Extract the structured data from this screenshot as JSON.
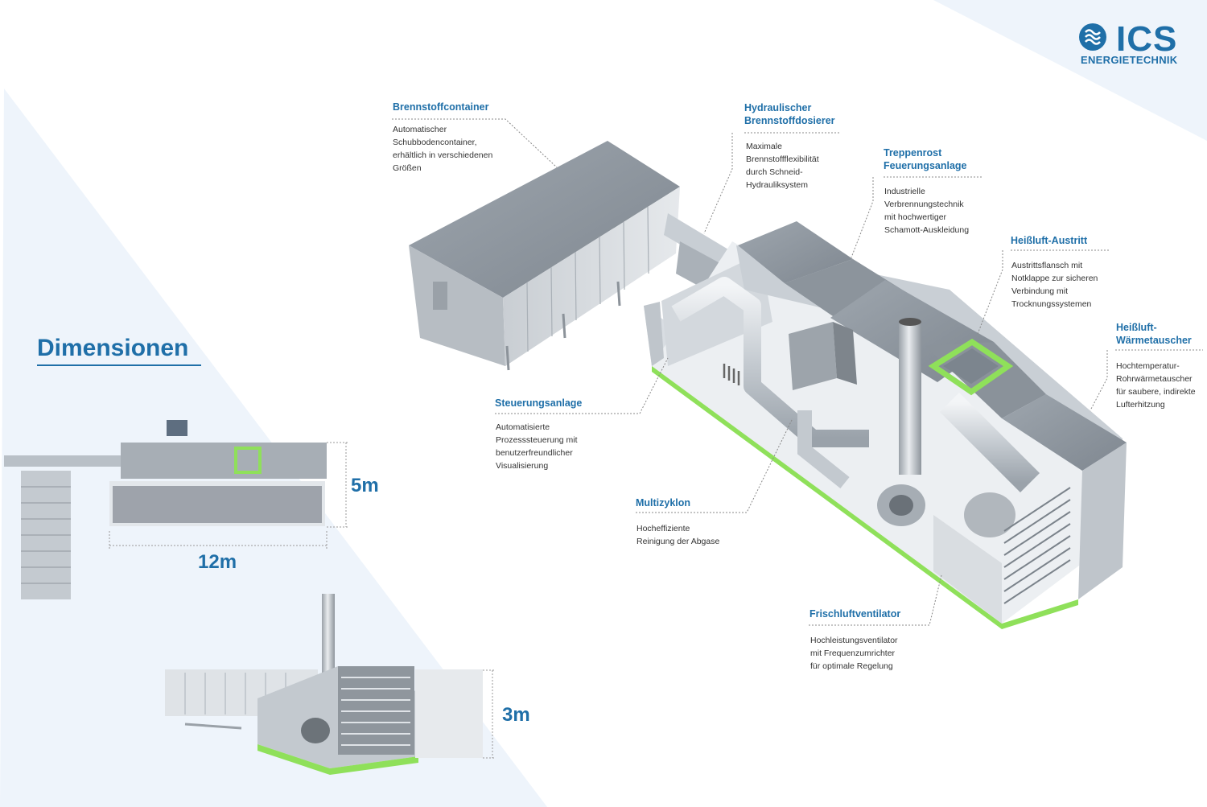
{
  "logo": {
    "name": "ICS",
    "subtitle": "ENERGIETECHNIK"
  },
  "dimensions": {
    "title": "Dimensionen",
    "height_label": "5m",
    "length_label": "12m",
    "depth_label": "3m"
  },
  "callouts": [
    {
      "id": "brennstoffcontainer",
      "title_lines": [
        "Brennstoffcontainer"
      ],
      "desc_lines": [
        "Automatischer",
        "Schubbodencontainer,",
        "erhältlich in verschiedenen",
        "Größen"
      ]
    },
    {
      "id": "brennstoffdosierer",
      "title_lines": [
        "Hydraulischer",
        "Brennstoffdosierer"
      ],
      "desc_lines": [
        "Maximale",
        "Brennstoffflexibilität",
        "durch Schneid-",
        "Hydrauliksystem"
      ]
    },
    {
      "id": "treppenrost",
      "title_lines": [
        "Treppenrost",
        "Feuerungsanlage"
      ],
      "desc_lines": [
        "Industrielle",
        "Verbrennungstechnik",
        "mit hochwertiger",
        "Schamott-Auskleidung"
      ]
    },
    {
      "id": "heissluft-austritt",
      "title_lines": [
        "Heißluft-Austritt"
      ],
      "desc_lines": [
        "Austrittsflansch mit",
        "Notklappe zur sicheren",
        "Verbindung mit",
        "Trocknungssystemen"
      ]
    },
    {
      "id": "waermetauscher",
      "title_lines": [
        "Heißluft-",
        "Wärmetauscher"
      ],
      "desc_lines": [
        "Hochtemperatur-",
        "Rohrwärmetauscher",
        "für saubere, indirekte",
        "Lufterhitzung"
      ]
    },
    {
      "id": "steuerungsanlage",
      "title_lines": [
        "Steuerungsanlage"
      ],
      "desc_lines": [
        "Automatisierte",
        "Prozesssteuerung mit",
        "benutzerfreundlicher",
        "Visualisierung"
      ]
    },
    {
      "id": "multizyklon",
      "title_lines": [
        "Multizyklon"
      ],
      "desc_lines": [
        "Hocheffiziente",
        "Reinigung der Abgase"
      ]
    },
    {
      "id": "frischluftventilator",
      "title_lines": [
        "Frischluftventilator"
      ],
      "desc_lines": [
        "Hochleistungsventilator",
        "mit Frequenzumrichter",
        "für optimale Regelung"
      ]
    }
  ],
  "colors": {
    "accent": "#1f6fa8",
    "highlight_green": "#8fe05a",
    "panel_bg": "#eef4fb"
  }
}
